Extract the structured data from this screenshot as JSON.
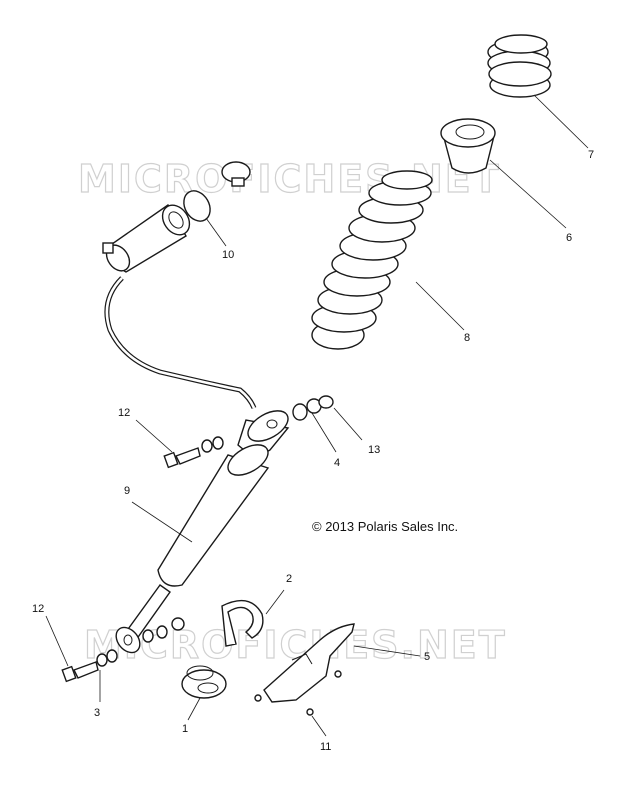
{
  "watermarks": [
    "MICROFICHES.NET",
    "MICROFICHES.NET"
  ],
  "copyright": "© 2013 Polaris Sales Inc.",
  "callouts": [
    "1",
    "2",
    "3",
    "4",
    "5",
    "6",
    "7",
    "8",
    "9",
    "10",
    "11",
    "12",
    "12",
    "13"
  ],
  "colors": {
    "line": "#1a1a1a",
    "watermark": "#d0d0d0",
    "background": "#ffffff"
  }
}
